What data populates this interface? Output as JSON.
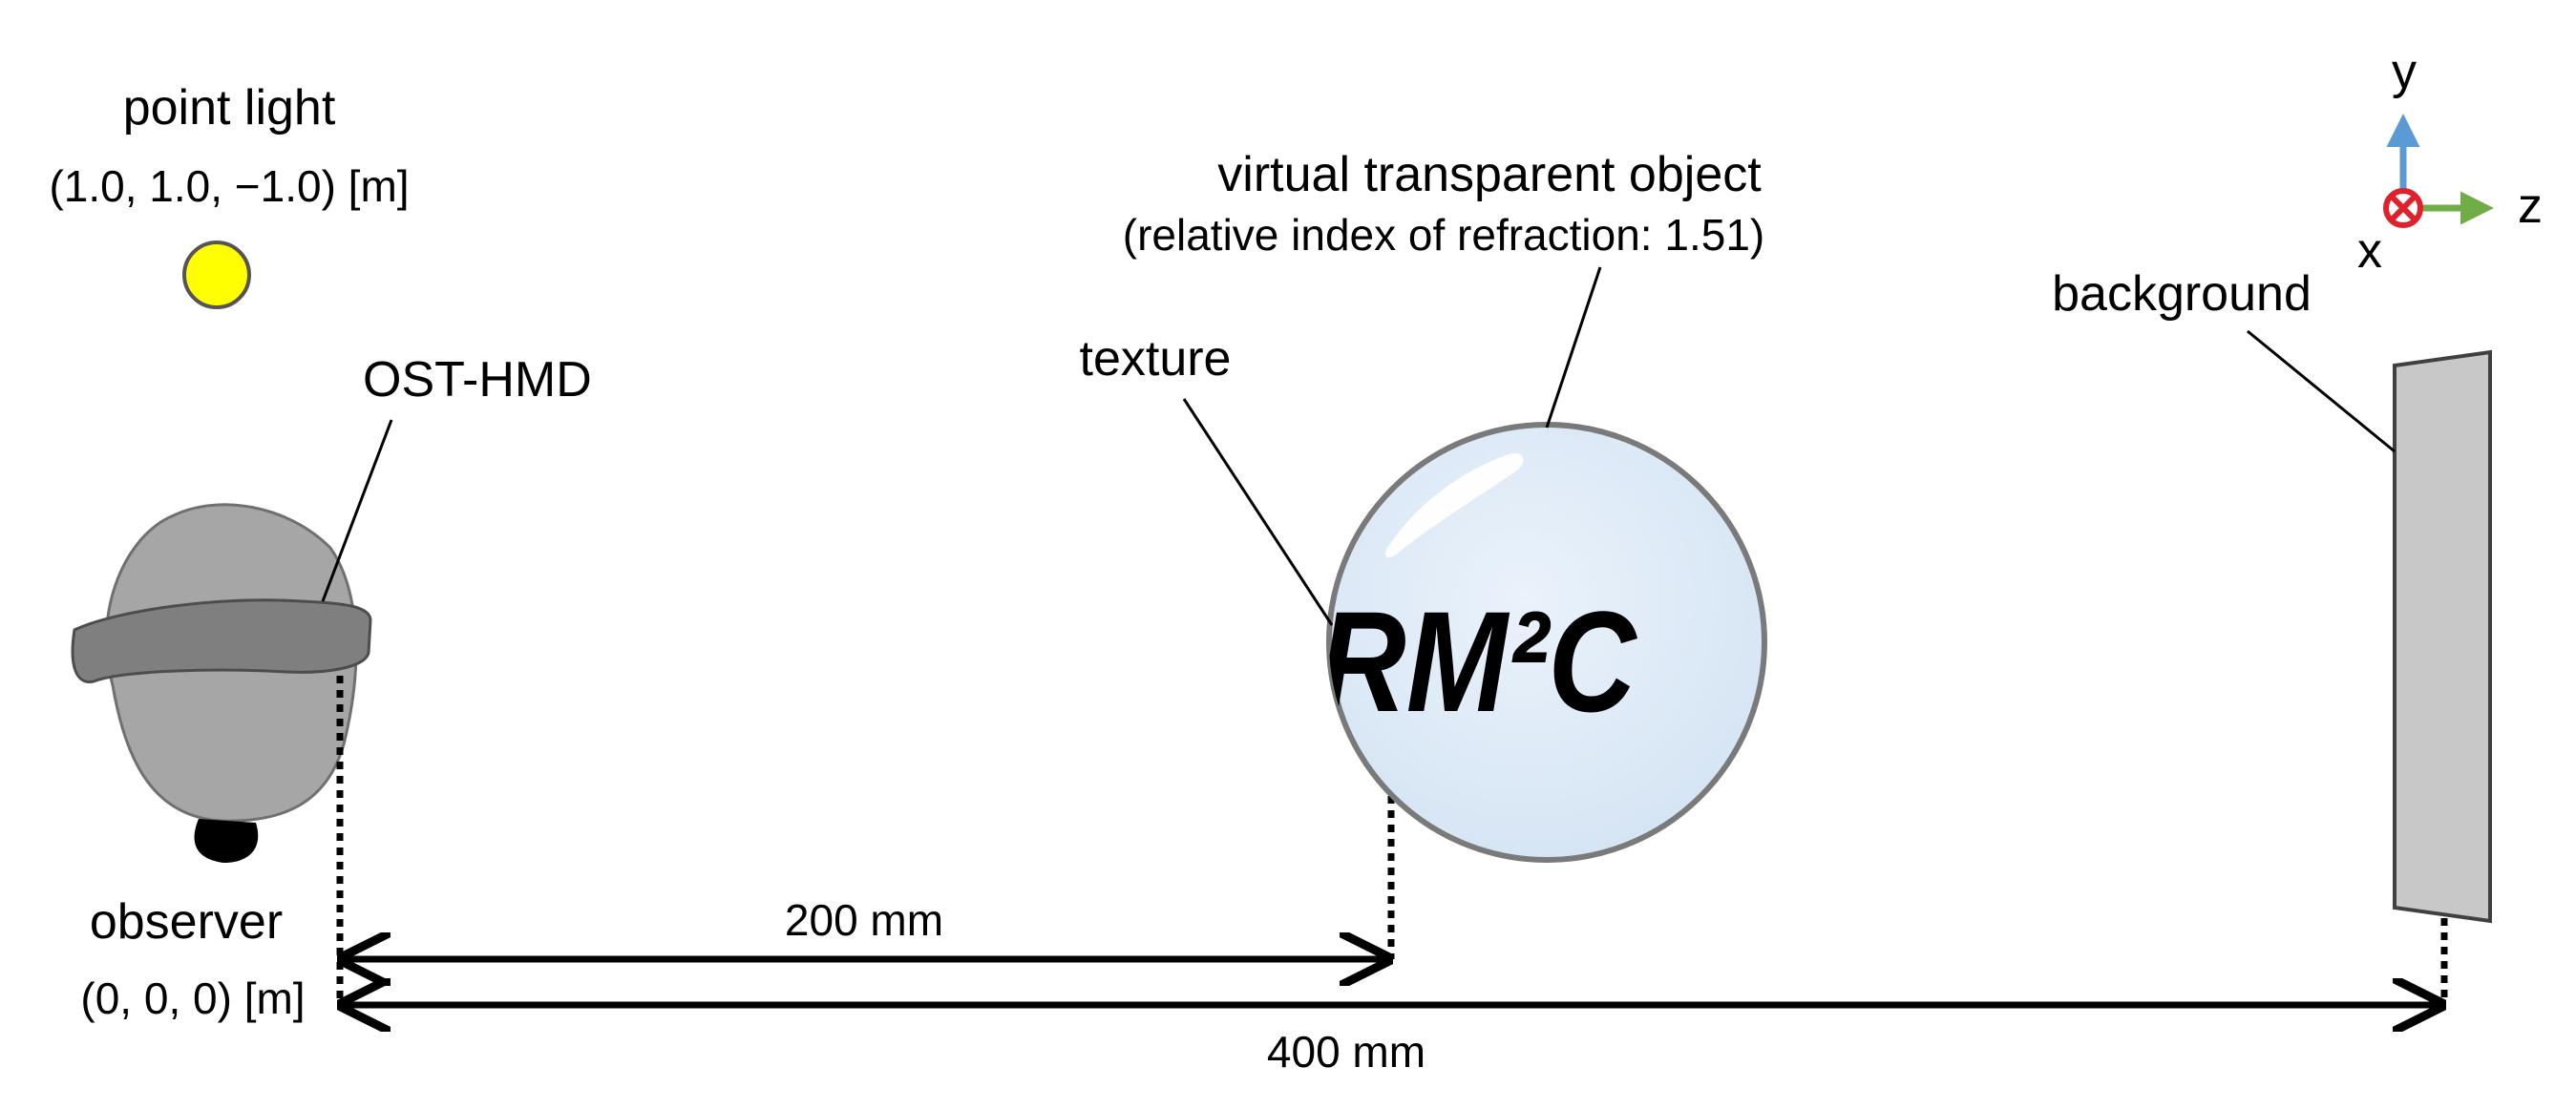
{
  "point_light": {
    "label": "point light",
    "position": "(1.0, 1.0, −1.0) [m]",
    "color": "#ffff00"
  },
  "observer": {
    "label": "observer",
    "position": "(0, 0, 0) [m]"
  },
  "hmd": {
    "label": "OST-HMD"
  },
  "object": {
    "label": "virtual transparent object",
    "sublabel": "(relative index of refraction: 1.51)",
    "fill_color": "#dde9f5"
  },
  "texture": {
    "label": "texture",
    "text": "RM²C",
    "color": "#1f1f6e"
  },
  "background": {
    "label": "background",
    "color": "#c8c8c8"
  },
  "axes": {
    "y_label": "y",
    "z_label": "z",
    "x_label": "x",
    "y_color": "#5b9bd5",
    "z_color": "#70ad47",
    "x_color": "#e0202a"
  },
  "distances": {
    "object_distance": "200 mm",
    "background_distance": "400 mm"
  }
}
